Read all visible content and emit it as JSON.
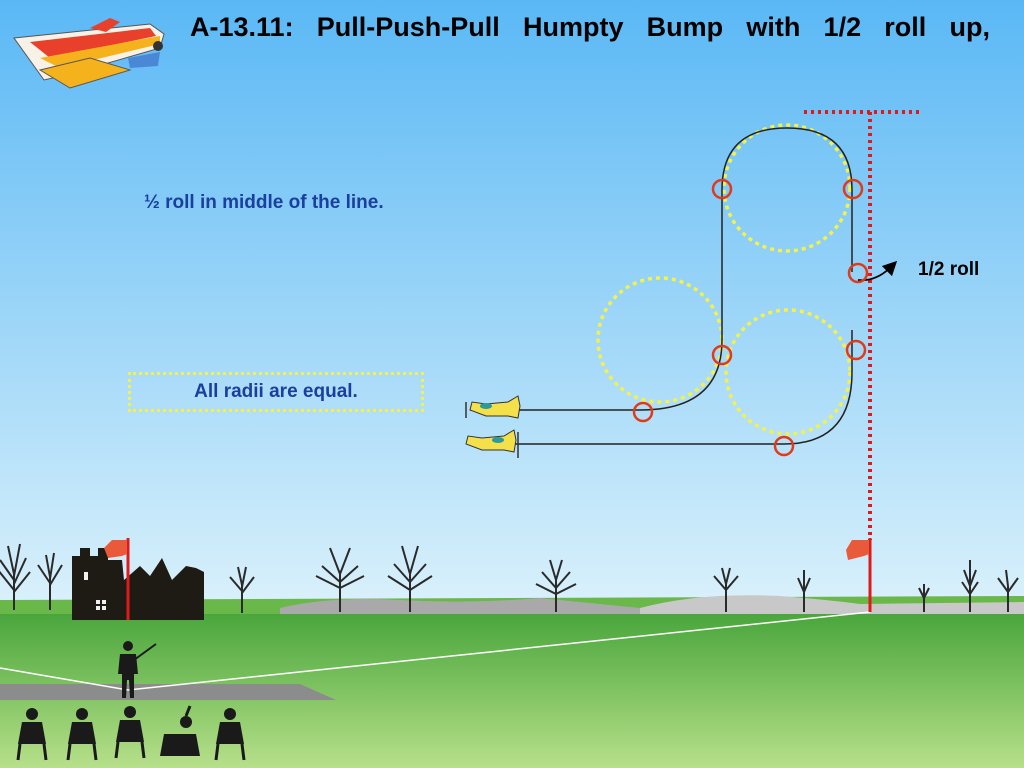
{
  "title": "A-13.11: Pull-Push-Pull Humpty Bump with 1/2 roll up,",
  "note": "½ roll in middle of the line.",
  "radii_note": "All radii are equal.",
  "roll_label": "1/2 roll",
  "colors": {
    "sky_top": "#5ab8f5",
    "sky_bottom": "#d8f0fb",
    "grass_top": "#4aa63c",
    "grass_bottom": "#b7e08a",
    "radius_circle": "#f4f14a",
    "roll_marker": "#e03a1a",
    "axis_line": "#e01a1a",
    "note_text": "#1a3f9e"
  },
  "icons": {
    "logo": "aerobatic-plane-icon",
    "flag": "judge-flag-icon",
    "pilot": "pilot-silhouette-icon",
    "judges": "judges-silhouette-icon",
    "castle": "castle-ruin-icon",
    "tree": "tree-icon"
  }
}
